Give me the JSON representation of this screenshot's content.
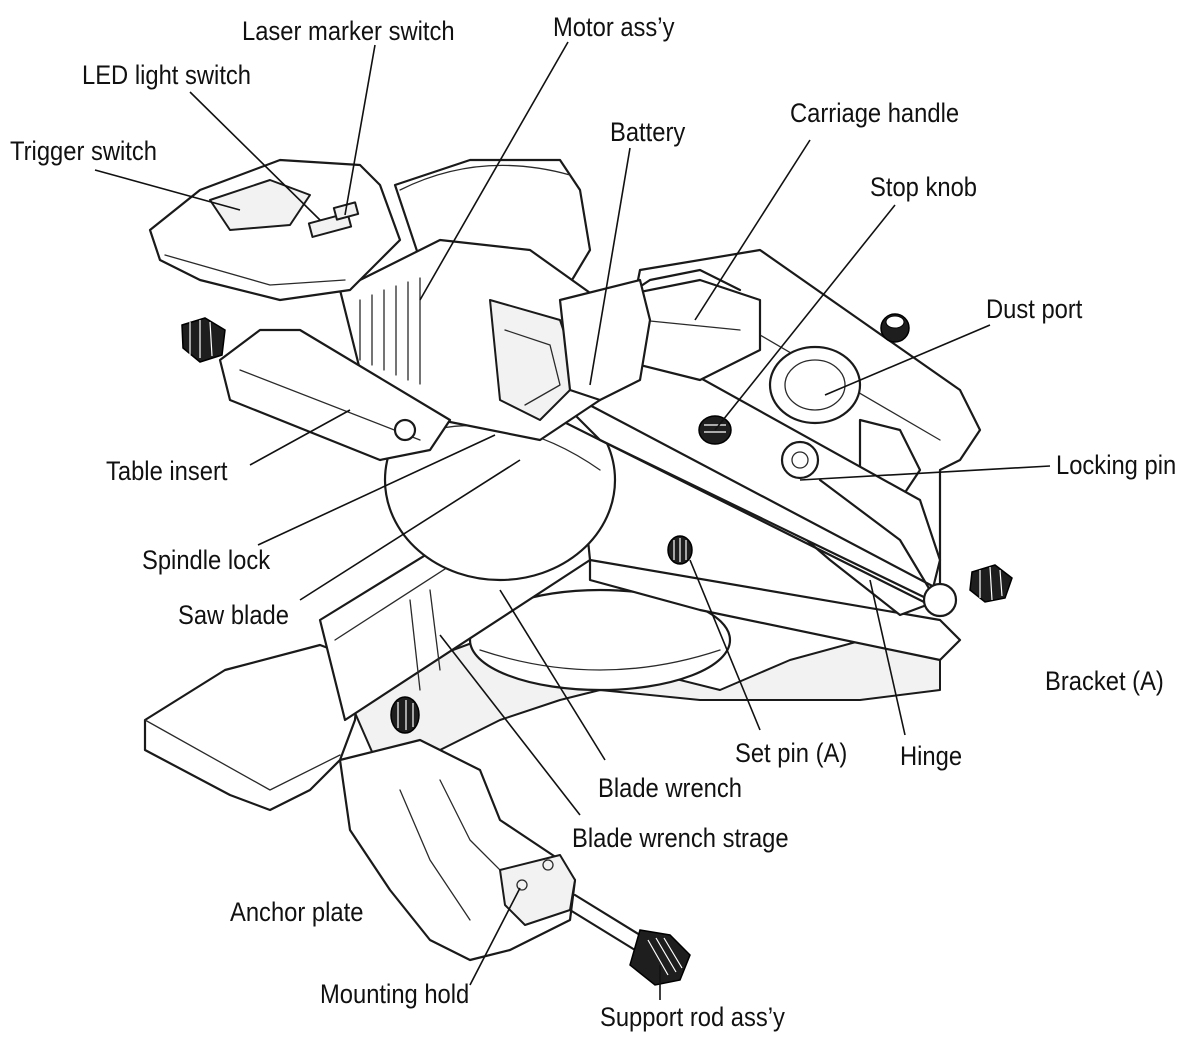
{
  "labels": {
    "laser_marker_switch": "Laser marker switch",
    "motor_assy": "Motor ass’y",
    "led_light_switch": "LED light switch",
    "trigger_switch": "Trigger switch",
    "battery": "Battery",
    "carriage_handle": "Carriage handle",
    "stop_knob": "Stop knob",
    "dust_port": "Dust port",
    "locking_pin": "Locking pin",
    "table_insert": "Table insert",
    "spindle_lock": "Spindle lock",
    "saw_blade": "Saw blade",
    "bracket_a": "Bracket (A)",
    "set_pin_a": "Set pin (A)",
    "hinge": "Hinge",
    "blade_wrench": "Blade wrench",
    "blade_wrench_strage": "Blade wrench strage",
    "anchor_plate": "Anchor plate",
    "mounting_hold": "Mounting hold",
    "support_rod_assy": "Support rod ass’y"
  },
  "colors": {
    "line": "#1a1a1a",
    "background": "#ffffff",
    "knob": "#1e1e1e"
  }
}
